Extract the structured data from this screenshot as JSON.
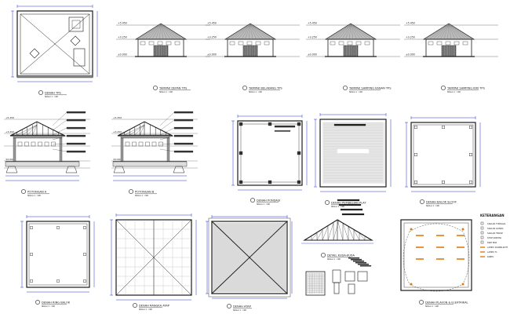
{
  "sheet": {
    "captions": {
      "denah_tps": "DENAH TPS",
      "tampak_depan": "TAMPAK DEPAN TPS",
      "tampak_belakang": "TAMPAK BELAKANG TPS",
      "tampak_samping_kanan": "TAMPAK SAMPING KANAN TPS",
      "tampak_samping_kiri": "TAMPAK SAMPING KIRI TPS",
      "potongan_a": "POTONGAN A",
      "potongan_b": "POTONGAN B",
      "denah_pondasi": "DENAH PONDASI",
      "denah_pembesian": "DENAH PEMBESIAN PLAT",
      "denah_balok_sloof": "DENAH BALOK SLOOF",
      "denah_ring_balok": "DENAH RING BALOK",
      "denah_rangka_atap": "DENAH RANGKA ATAP",
      "denah_atap": "DENAH ATAP",
      "detail_kuda_kuda": "DETAIL KUDA-KUDA",
      "denah_plafon": "DENAH PLAFON & ELEKTRIKAL"
    },
    "subcaption": "SKALA 1 : 100",
    "levels": [
      "+5.450",
      "+3.250",
      "±0.000"
    ],
    "legend": {
      "title": "KETERANGAN",
      "items": [
        "SAKLAR TUNGGAL",
        "SAKLAR GANDA",
        "SAKLAR TRIPLE",
        "STOP KONTAK",
        "KWH BOX",
        "LAMPU DOWNLIGHT",
        "LAMPU TL",
        "KABEL"
      ]
    },
    "colors": {
      "line": "#1a1a1a",
      "dim": "#2233cc",
      "accent": "#e07a10"
    }
  }
}
